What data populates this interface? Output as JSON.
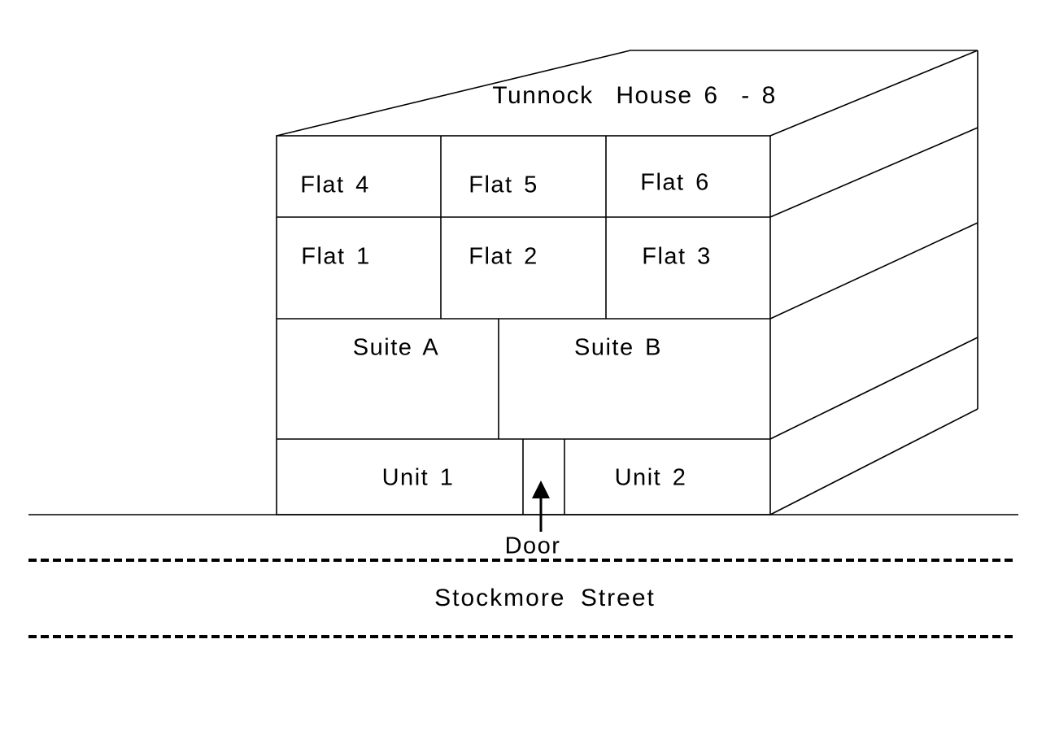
{
  "title": "Tunnock  House 6  - 8",
  "rooms": {
    "flat4": "Flat 4",
    "flat5": "Flat 5",
    "flat6": "Flat 6",
    "flat1": "Flat 1",
    "flat2": "Flat 2",
    "flat3": "Flat 3",
    "suite_a": "Suite A",
    "suite_b": "Suite B",
    "unit1": "Unit 1",
    "unit2": "Unit 2"
  },
  "annotations": {
    "door": "Door",
    "street": "Stockmore Street"
  },
  "colors": {
    "line": "#000000",
    "background": "#ffffff",
    "text": "#000000"
  }
}
